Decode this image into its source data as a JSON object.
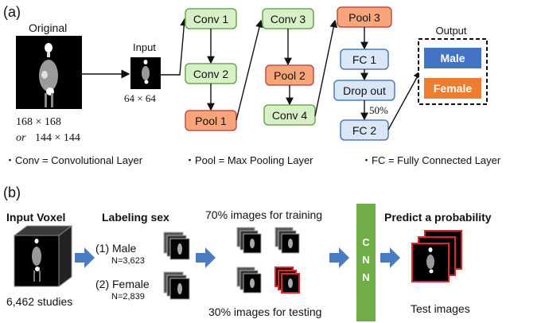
{
  "panel_a": {
    "label": "(a)",
    "original_label": "Original",
    "input_label": "Input",
    "input_size": "64 × 64",
    "original_size_1": "168 × 168",
    "original_size_or": "or",
    "original_size_2": "144 × 144",
    "nodes": {
      "conv1": "Conv 1",
      "conv2": "Conv 2",
      "pool1": "Pool 1",
      "conv3": "Conv 3",
      "pool2": "Pool 2",
      "conv4": "Conv 4",
      "pool3": "Pool 3",
      "fc1": "FC 1",
      "dropout": "Drop out",
      "fc2": "FC 2"
    },
    "dropout_rate": "50%",
    "output_label": "Output",
    "output_male": "Male",
    "output_female": "Female",
    "legend": {
      "conv": "・Conv = Convolutional Layer",
      "pool": "・Pool  = Max Pooling Layer",
      "fc": "・FC = Fully Connected Layer"
    }
  },
  "panel_b": {
    "label": "(b)",
    "input_voxel": "Input Voxel",
    "studies": "6,462 studies",
    "labeling_sex": "Labeling sex",
    "male": "(1) Male",
    "male_n": "N=3,623",
    "female": "(2) Female",
    "female_n": "N=2,839",
    "training": "70% images for training",
    "testing": "30% images for testing",
    "cnn": [
      "C",
      "N",
      "N"
    ],
    "predict": "Predict a probability",
    "test_images": "Test images"
  },
  "colors": {
    "conv_fill": "#d8f0c8",
    "conv_stroke": "#6aa84f",
    "pool_fill": "#f8a679",
    "pool_stroke": "#c0504d",
    "fc_fill": "#dbe7f6",
    "fc_stroke": "#4f7bb5",
    "male_fill": "#4472c4",
    "female_fill": "#ed7d31",
    "cnn_fill": "#70ad47",
    "arrow_blue": "#4a7cc4",
    "test_red": "#e8232e"
  }
}
